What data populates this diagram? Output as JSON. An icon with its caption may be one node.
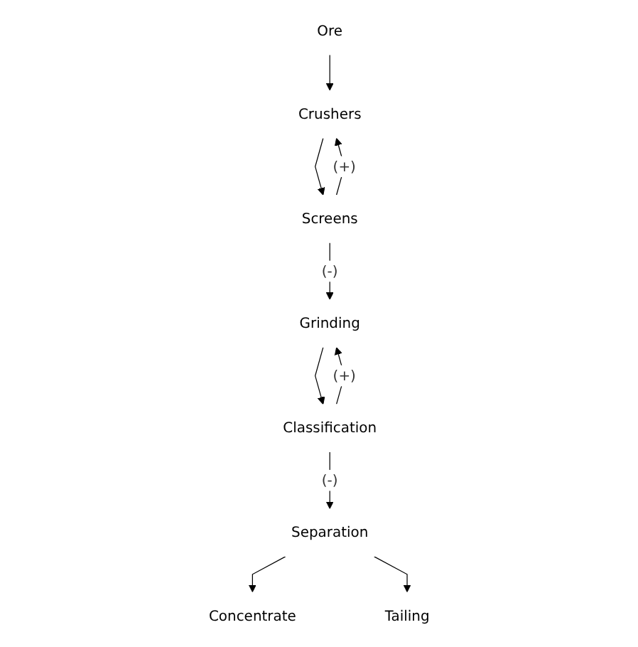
{
  "diagram": {
    "nodes": [
      {
        "text": [
          "Ore"
        ]
      },
      {
        "text": [
          "Crushers"
        ]
      },
      {
        "text": [
          "Screens"
        ]
      },
      {
        "text": [
          "Grinding"
        ]
      },
      {
        "text": [
          "Classification"
        ]
      },
      {
        "text": [
          "Separation"
        ]
      },
      {
        "text": [
          "Concentrate"
        ]
      },
      {
        "text": [
          "Tailing"
        ]
      }
    ],
    "edges": [
      {
        "from": 0,
        "to": 1,
        "arrow": "to"
      },
      {
        "from": 1,
        "to": 2,
        "arrow": "to"
      },
      {
        "from": 2,
        "to": 1,
        "arrow": "to",
        "label": "(+)"
      },
      {
        "from": 2,
        "to": 3,
        "arrow": "to",
        "label": "(-)"
      },
      {
        "from": 3,
        "to": 4,
        "arrow": "to"
      },
      {
        "from": 4,
        "to": 3,
        "arrow": "to",
        "label": "(+)"
      },
      {
        "from": 4,
        "to": 5,
        "arrow": "to",
        "label": "(-)"
      },
      {
        "from": 5,
        "to": 6,
        "arrow": "to"
      },
      {
        "from": 5,
        "to": 7,
        "arrow": "to"
      }
    ]
  }
}
